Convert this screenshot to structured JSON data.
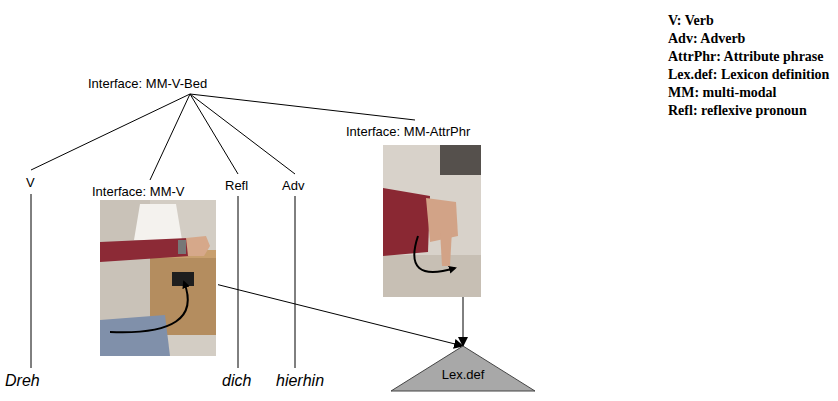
{
  "diagram": {
    "nodes": [
      {
        "text": [
          "Interface: MM-V"
        ]
      },
      {
        "text": [
          "Interface: MM-AttrPhr"
        ]
      },
      {
        "text": [
          "Lex.def"
        ]
      }
    ],
    "edges": [
      {
        "from": 0,
        "to": 2,
        "arrow": "to"
      },
      {
        "from": 1,
        "to": 2,
        "arrow": "to"
      }
    ],
    "labels": [
      "Interface: MM-V-Bed",
      "V",
      "Refl",
      "Adv",
      "Dreh",
      "dich",
      "hierhin",
      "V: Verb",
      "Adv: Adverb",
      "AttrPhr: Attribute phrase",
      "Lex.def: Lexicon definition",
      "MM: multi-modal",
      "Refl: reflexive pronoun"
    ]
  }
}
